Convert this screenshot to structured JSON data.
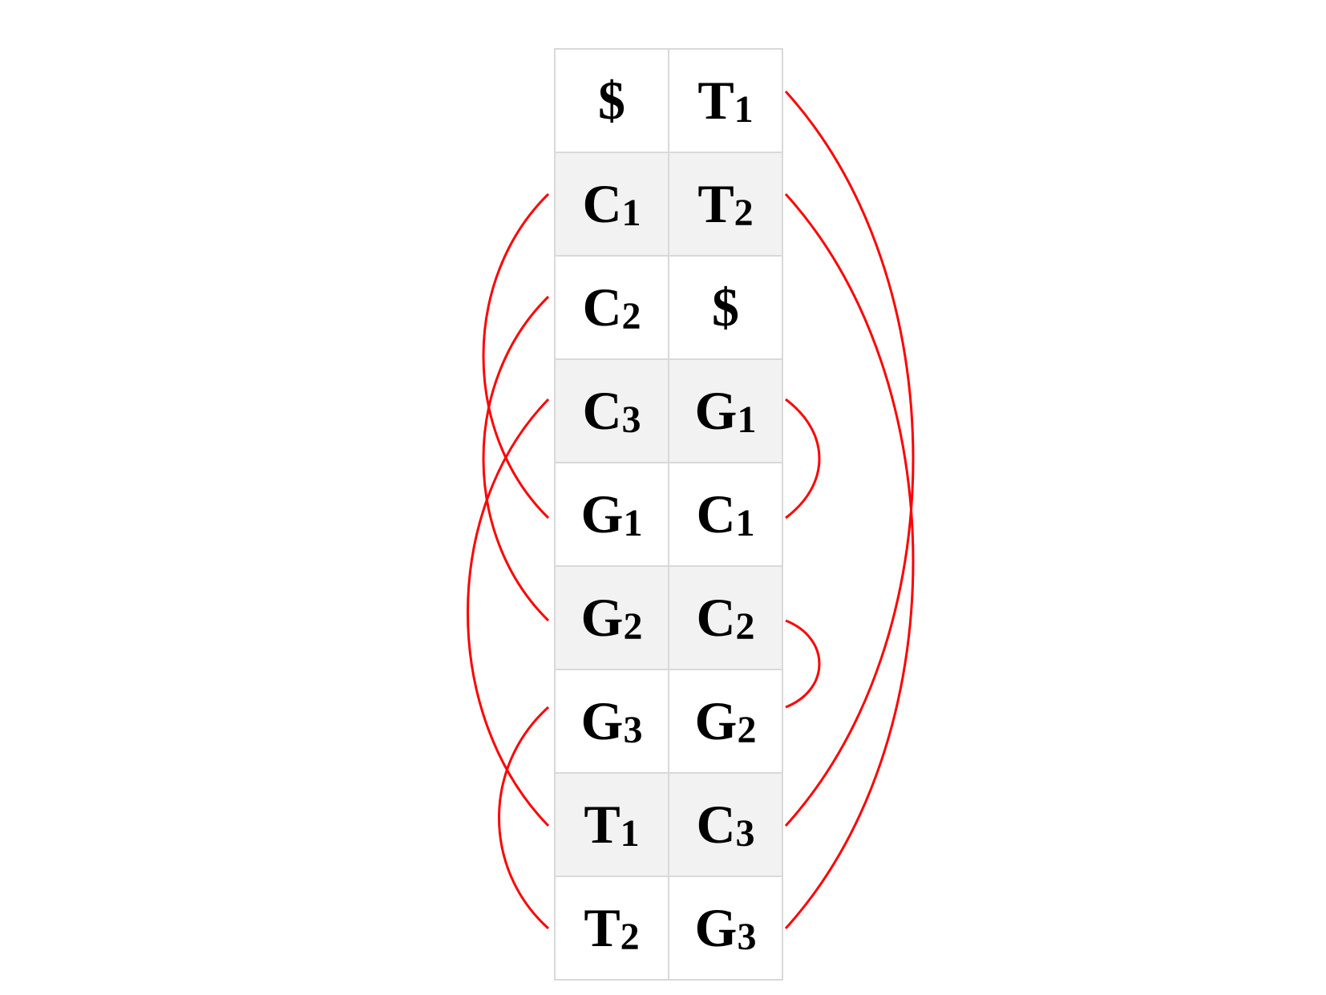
{
  "arrow_color": "#ff0000",
  "rows": [
    {
      "first": "$",
      "first_sub": "",
      "last": "T",
      "last_sub": "1"
    },
    {
      "first": "C",
      "first_sub": "1",
      "last": "T",
      "last_sub": "2"
    },
    {
      "first": "C",
      "first_sub": "2",
      "last": "$",
      "last_sub": ""
    },
    {
      "first": "C",
      "first_sub": "3",
      "last": "G",
      "last_sub": "1"
    },
    {
      "first": "G",
      "first_sub": "1",
      "last": "C",
      "last_sub": "1"
    },
    {
      "first": "G",
      "first_sub": "2",
      "last": "C",
      "last_sub": "2"
    },
    {
      "first": "G",
      "first_sub": "3",
      "last": "G",
      "last_sub": "2"
    },
    {
      "first": "T",
      "first_sub": "1",
      "last": "C",
      "last_sub": "3"
    },
    {
      "first": "T",
      "first_sub": "2",
      "last": "G",
      "last_sub": "3"
    }
  ],
  "arrows": [
    {
      "side": "right",
      "from_row": 0,
      "to_row": 7
    },
    {
      "side": "right",
      "from_row": 1,
      "to_row": 8
    },
    {
      "side": "right",
      "from_row": 3,
      "to_row": 4
    },
    {
      "side": "right",
      "from_row": 6,
      "to_row": 5
    },
    {
      "side": "left",
      "from_row": 4,
      "to_row": 1
    },
    {
      "side": "left",
      "from_row": 5,
      "to_row": 2
    },
    {
      "side": "left",
      "from_row": 7,
      "to_row": 3
    },
    {
      "side": "left",
      "from_row": 8,
      "to_row": 6
    }
  ]
}
